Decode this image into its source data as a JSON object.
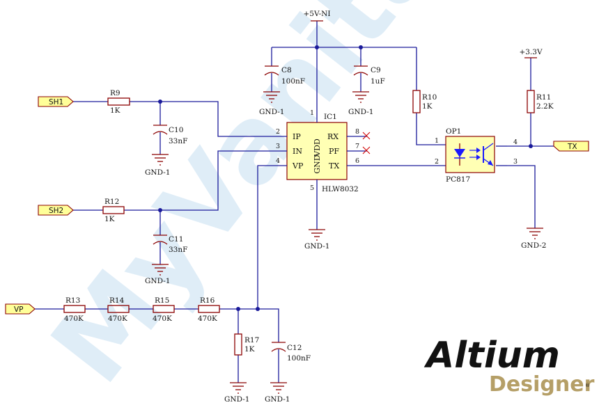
{
  "watermark": "MyVanitar",
  "logo": {
    "line1": "Altium",
    "line2": "Designer",
    "mark": "®"
  },
  "power": {
    "vcc5": "+5V-NI",
    "vcc33": "+3.3V"
  },
  "ic1": {
    "designator": "IC1",
    "part": "HLW8032",
    "pins": {
      "p1": {
        "num": "1",
        "name": "VDD"
      },
      "p2": {
        "num": "2",
        "name": "IP"
      },
      "p3": {
        "num": "3",
        "name": "IN"
      },
      "p4": {
        "num": "4",
        "name": "VP"
      },
      "p5": {
        "num": "5",
        "name": "GND"
      },
      "p6": {
        "num": "6",
        "name": "TX"
      },
      "p7": {
        "num": "7",
        "name": "PF"
      },
      "p8": {
        "num": "8",
        "name": "RX"
      }
    }
  },
  "op1": {
    "designator": "OP1",
    "part": "PC817",
    "pins": {
      "p1": "1",
      "p2": "2",
      "p3": "3",
      "p4": "4"
    }
  },
  "ports": {
    "sh1": "SH1",
    "sh2": "SH2",
    "vp": "VP",
    "tx": "TX"
  },
  "resistors": {
    "r9": {
      "ref": "R9",
      "value": "1K"
    },
    "r10": {
      "ref": "R10",
      "value": "1K"
    },
    "r11": {
      "ref": "R11",
      "value": "2.2K"
    },
    "r12": {
      "ref": "R12",
      "value": "1K"
    },
    "r13": {
      "ref": "R13",
      "value": "470K"
    },
    "r14": {
      "ref": "R14",
      "value": "470K"
    },
    "r15": {
      "ref": "R15",
      "value": "470K"
    },
    "r16": {
      "ref": "R16",
      "value": "470K"
    },
    "r17": {
      "ref": "R17",
      "value": "1K"
    }
  },
  "capacitors": {
    "c8": {
      "ref": "C8",
      "value": "100nF"
    },
    "c9": {
      "ref": "C9",
      "value": "1uF"
    },
    "c10": {
      "ref": "C10",
      "value": "33nF"
    },
    "c11": {
      "ref": "C11",
      "value": "33nF"
    },
    "c12": {
      "ref": "C12",
      "value": "100nF"
    }
  },
  "grounds": {
    "c8": "GND-1",
    "c9": "GND-1",
    "c10": "GND-1",
    "c11": "GND-1",
    "ic": "GND-1",
    "r17": "GND-1",
    "c12": "GND-1",
    "op": "GND-2"
  },
  "colors": {
    "wire": "#1a1a9a",
    "body": "#8b0000",
    "port_fill": "#ffff99",
    "nc_mark": "#d00000"
  }
}
